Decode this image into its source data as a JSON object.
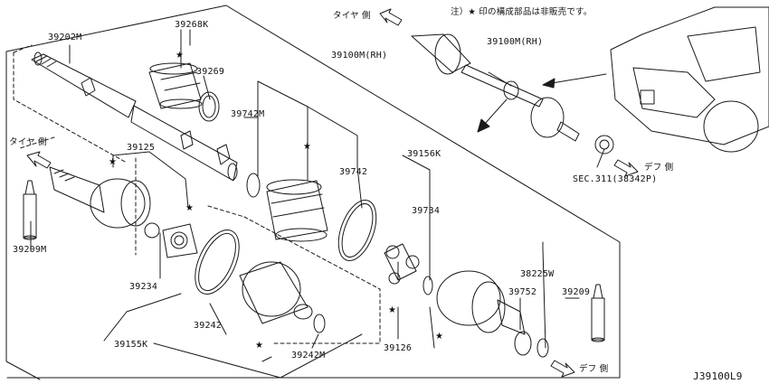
{
  "note": "注）★ 印の構成部品は非販売です。",
  "diagram_code": "J39100L9",
  "star_glyph": "★",
  "directions": {
    "tire_top": "タイヤ 側",
    "tire_left": "タイヤ 側",
    "diff_upper": "デフ 側",
    "diff_lower": "デフ 側"
  },
  "parts": {
    "p39202M": "39202M",
    "p39268K": "39268K",
    "p39269": "39269",
    "p39100M_a": "39100M(RH)",
    "p39100M_b": "39100M(RH)",
    "p39742M": "39742M",
    "p39742": "39742",
    "p39125": "39125",
    "p39156K": "39156K",
    "p39734": "39734",
    "p39209M": "39209M",
    "p39234": "39234",
    "p39242": "39242",
    "p39155K": "39155K",
    "p39242M": "39242M",
    "p39126": "39126",
    "p38225W": "38225W",
    "p39752": "39752",
    "p39209": "39209",
    "sec": "SEC.311(38342P)"
  },
  "colors": {
    "line": "#1a1a1a",
    "background": "#ffffff"
  }
}
